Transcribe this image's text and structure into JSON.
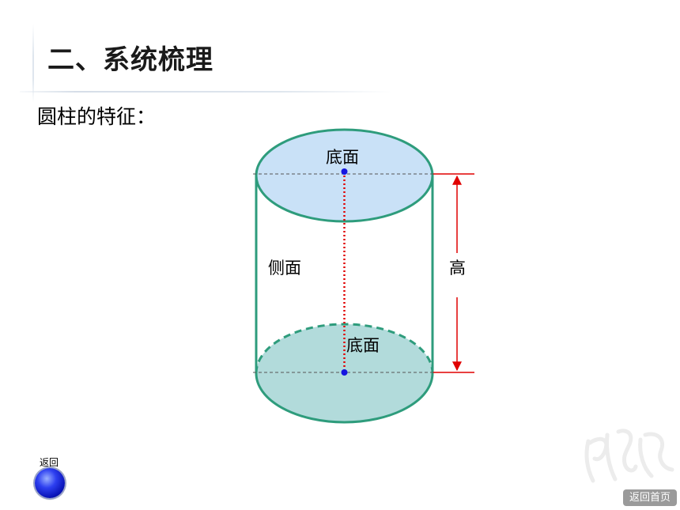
{
  "slide": {
    "title": "二、系统梳理",
    "subtitle": "圆柱的特征："
  },
  "diagram": {
    "top_face_label": "底面",
    "bottom_face_label": "底面",
    "side_label": "侧面",
    "height_label": "高",
    "colors": {
      "outline": "#2e9c7c",
      "top_face_fill": "#c9e1f7",
      "bottom_face_fill": "#b2dbdb",
      "axis_line": "#e00000",
      "center_point": "#1515e0",
      "height_arrow": "#e00000"
    }
  },
  "nav": {
    "back_label": "返回",
    "home_label": "返回首页"
  },
  "icons": {
    "back": "back-circle-icon",
    "watermark": "watermark-glyph"
  }
}
